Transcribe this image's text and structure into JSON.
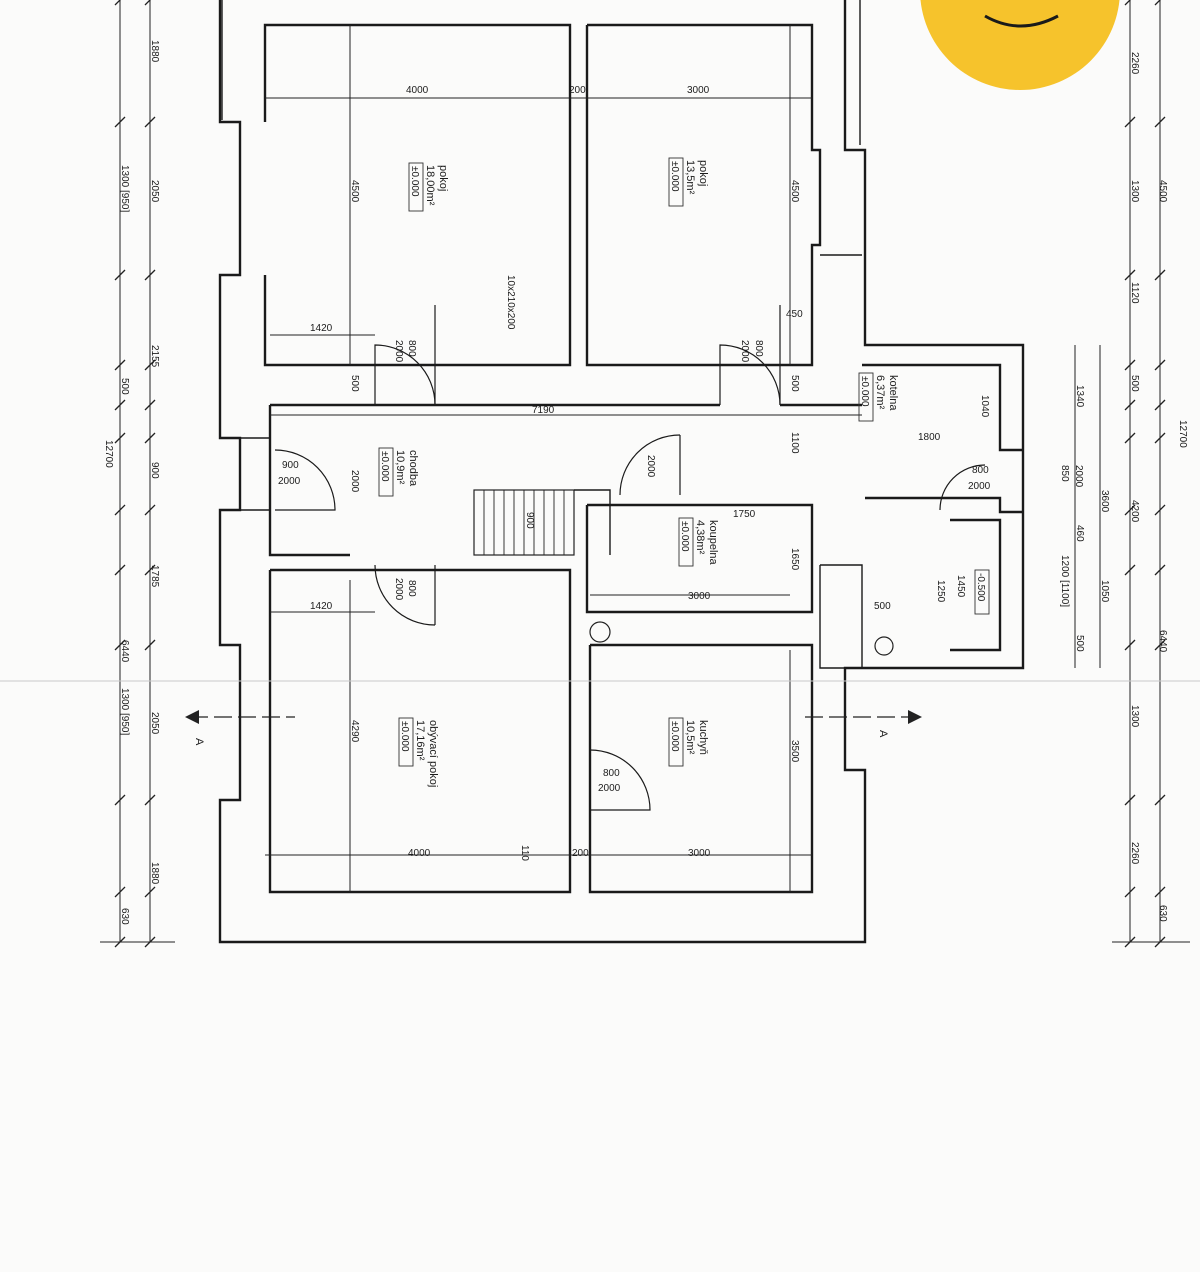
{
  "badge": {
    "color": "#f6c32c",
    "icon": "smile-icon"
  },
  "rooms": [
    {
      "id": "pokoj-1",
      "name": "pokoj",
      "area": "18,00m²",
      "level": "±0.000"
    },
    {
      "id": "pokoj-2",
      "name": "pokoj",
      "area": "13,5m²",
      "level": "±0.000"
    },
    {
      "id": "chodba",
      "name": "chodba",
      "area": "10,9m²",
      "level": "±0.000"
    },
    {
      "id": "koupelna",
      "name": "koupelna",
      "area": "4,38m²",
      "level": "±0.000"
    },
    {
      "id": "kotelna",
      "name": "kotelna",
      "area": "6,37m²",
      "level": "±0.000"
    },
    {
      "id": "obyvaci",
      "name": "obývací pokoj",
      "area": "17,16m²",
      "level": "±0.000"
    },
    {
      "id": "kuchyn",
      "name": "kuchyň",
      "area": "10,5m²",
      "level": "±0.000"
    }
  ],
  "level_minus": "-0.500",
  "section_marker": "A",
  "stair_label": "10x210x200",
  "dims": {
    "top_4000": "4000",
    "top_200": "200",
    "top_3000": "3000",
    "r1_4500": "4500",
    "r2_4500": "4500",
    "d1420a": "1420",
    "d1420b": "1420",
    "door800": "800",
    "door2000": "2000",
    "d500": "500",
    "d450": "450",
    "d7190": "7190",
    "d900": "900",
    "d1100": "1100",
    "d1750": "1750",
    "d1450": "1450",
    "d1650": "1650",
    "d1040": "1040",
    "d1800": "1800",
    "d3000": "3000",
    "d4290": "4290",
    "d3500": "3500",
    "d110": "110",
    "d1250": "1250",
    "d_stairs": "900",
    "bot_4000": "4000",
    "bot_200": "200",
    "bot_3000": "3000",
    "l_1880": "1880",
    "l_2050": "2050",
    "l_1300": "1300 [950]",
    "l_2155": "2155",
    "l_500": "500",
    "l_900": "900",
    "l_1785": "1785",
    "l_12700": "12700",
    "l_6440": "6440",
    "l_630": "630",
    "r_2260": "2260",
    "r_1300": "1300",
    "r_4500": "4500",
    "r_1120": "1120",
    "r_500": "500",
    "r_12700": "12700",
    "r_1340": "1340",
    "r_850": "850",
    "r_3600": "3600",
    "r_4200": "4200",
    "r_460": "460",
    "r_1200": "1200 [1100]",
    "r_1050": "1050",
    "r_6440": "6440",
    "r_630": "630",
    "r_2000": "2000"
  }
}
